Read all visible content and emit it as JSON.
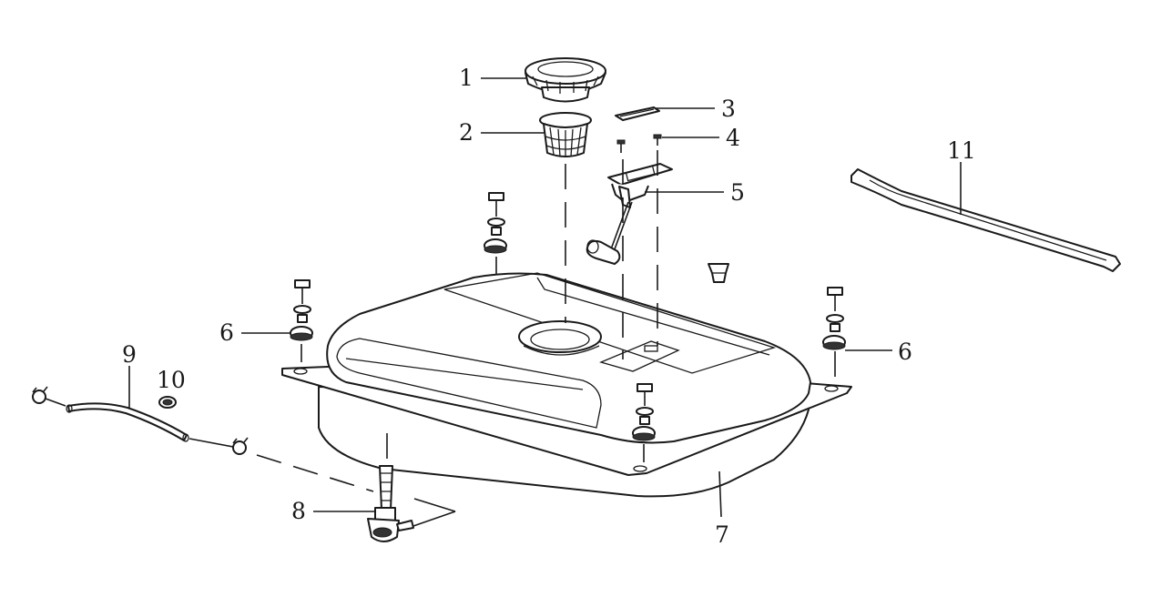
{
  "diagram": {
    "callouts": [
      {
        "id": "c1",
        "text": "1"
      },
      {
        "id": "c2",
        "text": "2"
      },
      {
        "id": "c3",
        "text": "3"
      },
      {
        "id": "c4",
        "text": "4"
      },
      {
        "id": "c5",
        "text": "5"
      },
      {
        "id": "c6a",
        "text": "6"
      },
      {
        "id": "c6b",
        "text": "6"
      },
      {
        "id": "c7",
        "text": "7"
      },
      {
        "id": "c8",
        "text": "8"
      },
      {
        "id": "c9",
        "text": "9"
      },
      {
        "id": "c10",
        "text": "10"
      },
      {
        "id": "c11",
        "text": "11"
      }
    ]
  }
}
